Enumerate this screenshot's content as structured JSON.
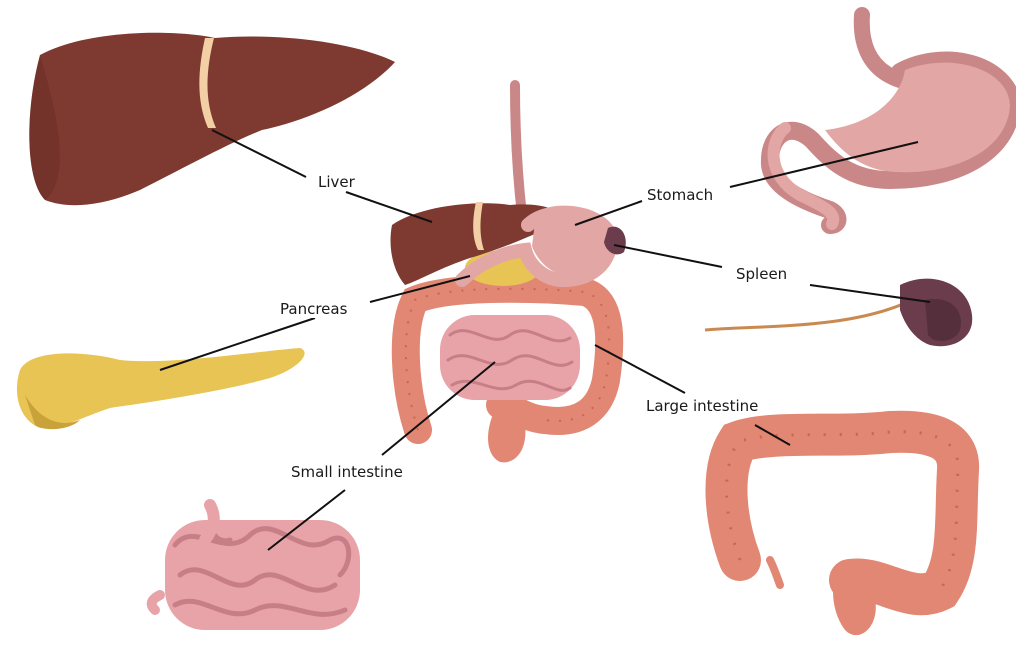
{
  "labels": {
    "liver": "Liver",
    "stomach": "Stomach",
    "spleen": "Spleen",
    "pancreas": "Pancreas",
    "large_intestine": "Large intestine",
    "small_intestine": "Small intestine"
  },
  "colors": {
    "liver": "#7e3a30",
    "liver_dark": "#5e2820",
    "ligament": "#f3cfa6",
    "stomach": "#e2a6a5",
    "stomach_dark": "#c98887",
    "spleen": "#6a3c4c",
    "spleen_dark": "#4a2632",
    "pancreas": "#e8c455",
    "pancreas_dark": "#c9a23a",
    "intestine": "#e28773",
    "intestine_dark": "#c9664f",
    "small_intestine": "#e7a3a8",
    "small_intestine_dark": "#c87e86",
    "leader_line": "#111111"
  }
}
